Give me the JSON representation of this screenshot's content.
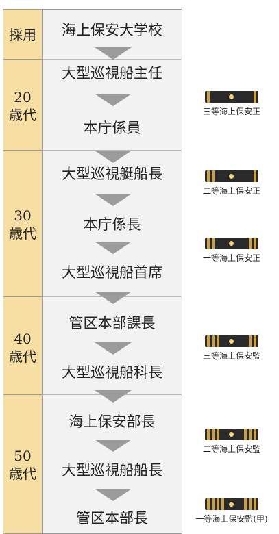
{
  "age_groups": [
    {
      "label": "採用"
    },
    {
      "label": "20\n歳代"
    },
    {
      "label": "30\n歳代"
    },
    {
      "label": "40\n歳代"
    },
    {
      "label": "50\n歳代"
    }
  ],
  "steps": [
    "海上保安大学校",
    "大型巡視船主任",
    "本庁係員",
    "大型巡視艇船長",
    "本庁係長",
    "大型巡視船首席",
    "管区本部課長",
    "大型巡視船科長",
    "海上保安部長",
    "大型巡視船船長",
    "管区本部長"
  ],
  "ranks": [
    {
      "label": "三等海上保安正",
      "stripes": 2
    },
    {
      "label": "二等海上保安正",
      "stripes": 3
    },
    {
      "label": "一等海上保安正",
      "stripes": 4
    },
    {
      "label": "三等海上保安監",
      "stripes": 5
    },
    {
      "label": "二等海上保安監",
      "stripes": 6
    },
    {
      "label": "一等海上保安監(甲)",
      "stripes": 7
    }
  ],
  "colors": {
    "age_bg": "#f7dfa4",
    "step_bg": "#f2f2f2",
    "arrow": "#9b9b9b",
    "stripe": "#c9a14a",
    "bar": "#2a2a2a"
  }
}
